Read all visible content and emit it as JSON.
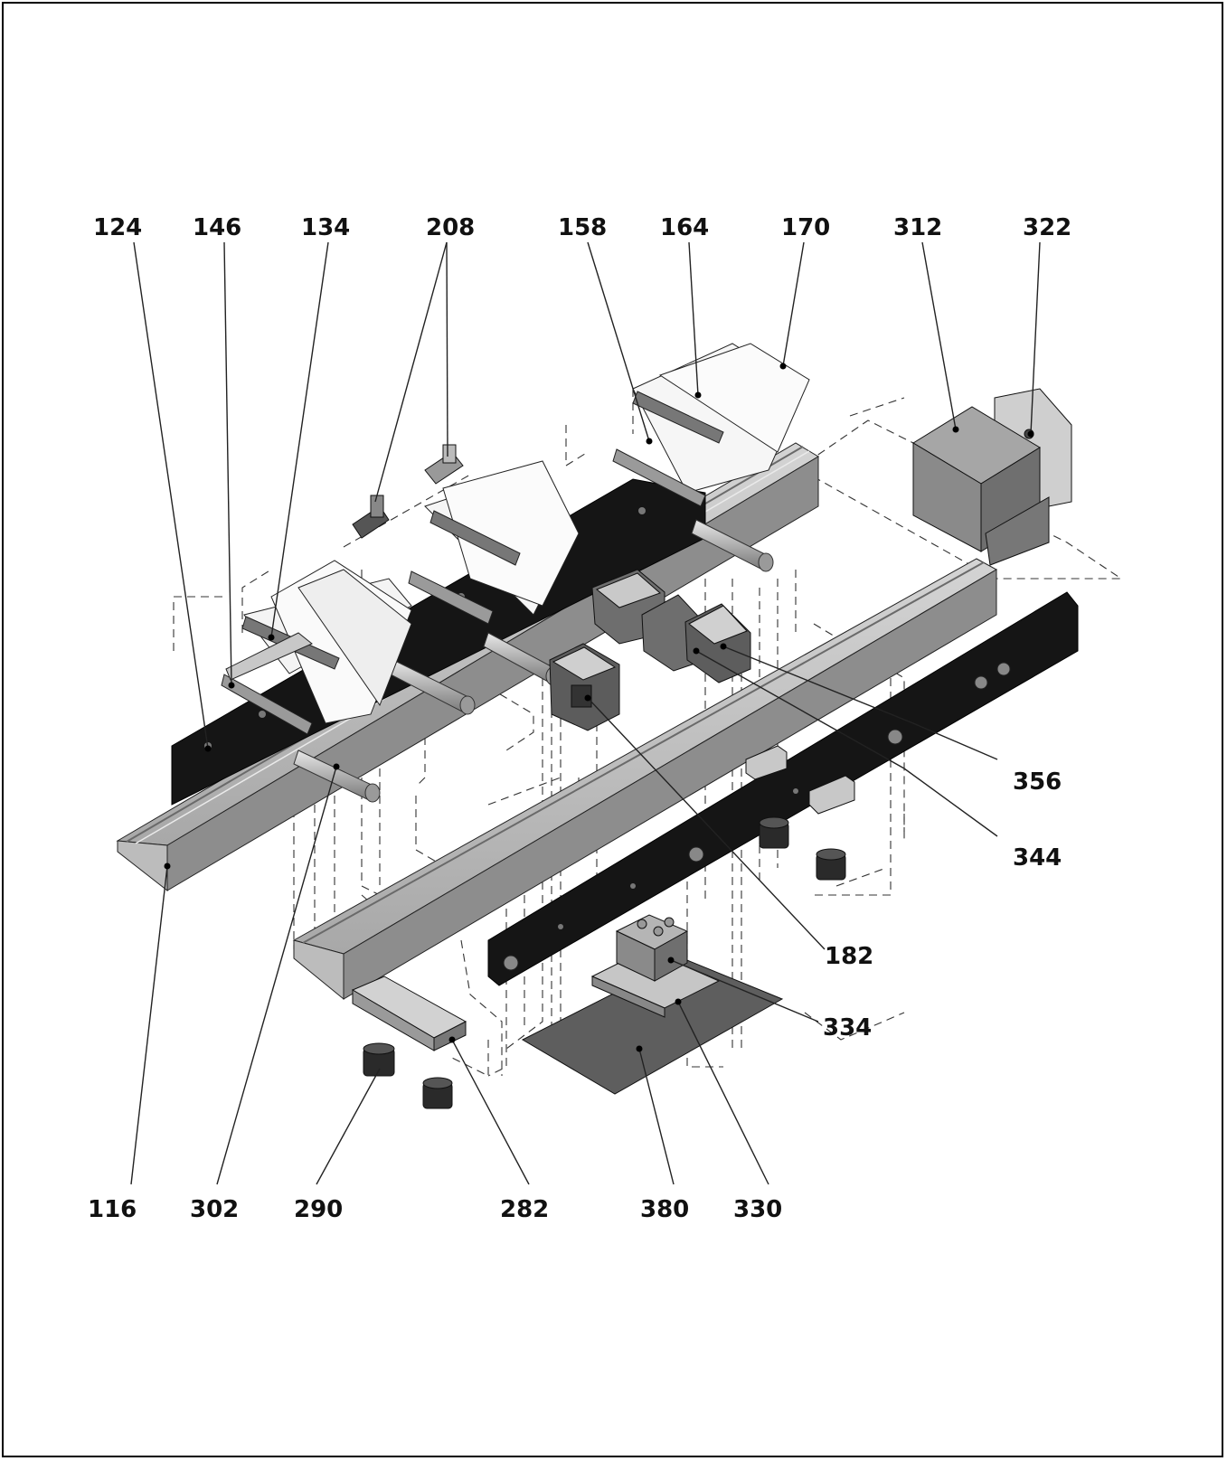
{
  "labels": {
    "l124": "124",
    "l146": "146",
    "l134": "134",
    "l208": "208",
    "l158": "158",
    "l164": "164",
    "l170": "170",
    "l312": "312",
    "l322": "322",
    "l356": "356",
    "l344": "344",
    "l182": "182",
    "l334": "334",
    "l116": "116",
    "l302": "302",
    "l290": "290",
    "l282": "282",
    "l380": "380",
    "l330": "330"
  },
  "colors": {
    "rail": "#9a9a9a",
    "rail_light": "#c9c9c9",
    "plate_dark": "#141414",
    "block": "#8c8c8c",
    "magnet": "#2a2a2a"
  }
}
